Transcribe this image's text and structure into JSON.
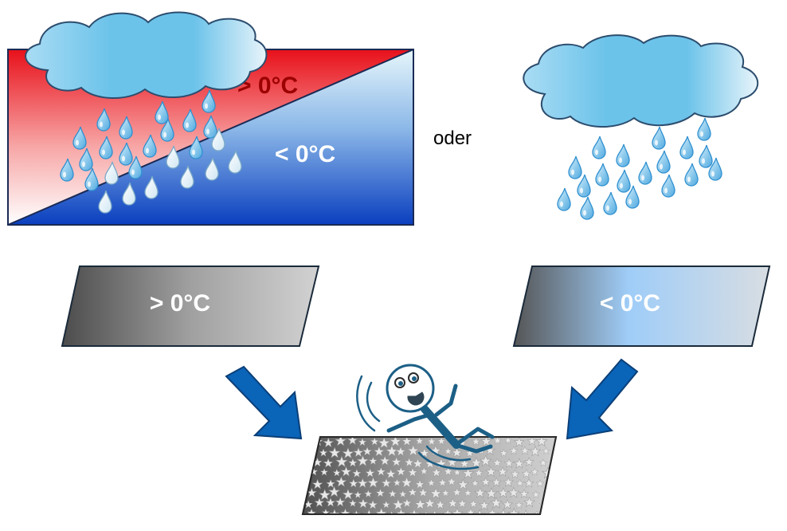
{
  "scene": {
    "top_left_warm_label": "> 0°C",
    "top_left_cold_label": "< 0°C",
    "connector_word": "oder",
    "ground_left_label": "> 0°C",
    "ground_right_label": "< 0°C"
  },
  "colors": {
    "warm_red": "#e8101a",
    "cold_blue": "#0a3fbf",
    "warm_text": "#9c0000",
    "cloud_blue": "#6cc3ea",
    "drop_blue": "#5fb8e8",
    "arrow_blue": "#0a64b8",
    "figure_teal": "#1c5f86"
  },
  "icons": {
    "cloud_left": "cloud-icon",
    "cloud_right": "cloud-icon",
    "raindrop": "raindrop-icon",
    "freezing_drop": "frozen-raindrop-icon",
    "arrow": "arrow-down-icon",
    "person": "slipping-person-icon",
    "ice": "ice-surface-icon"
  }
}
